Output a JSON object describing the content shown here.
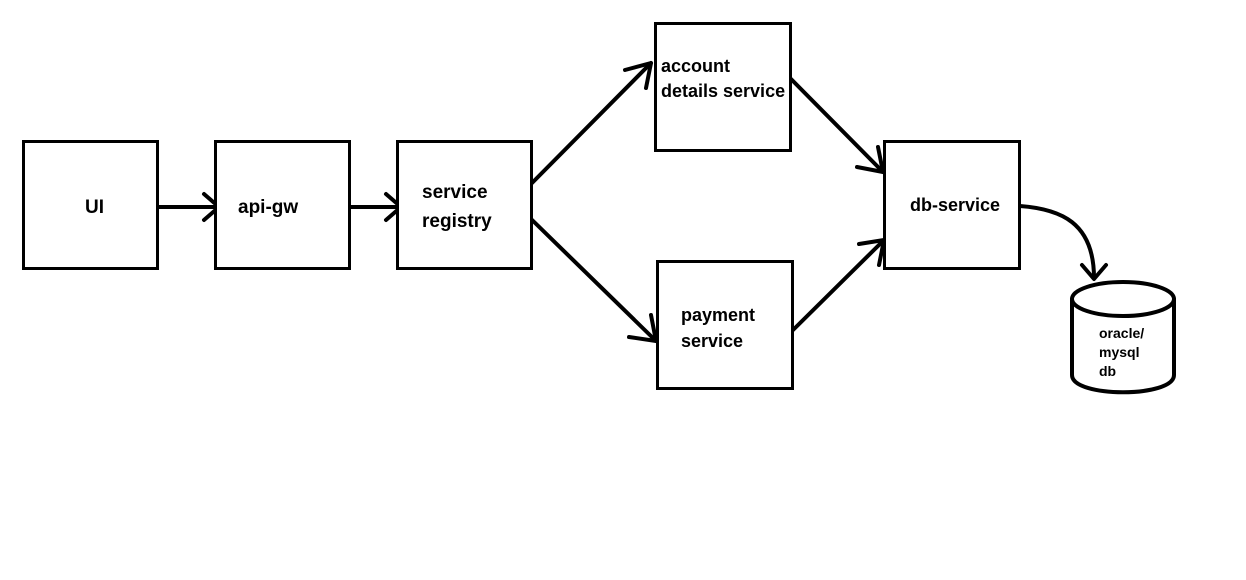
{
  "nodes": {
    "ui": {
      "label": "UI"
    },
    "api_gw": {
      "label": "api-gw"
    },
    "service_registry": {
      "line1": "service",
      "line2": "registry"
    },
    "account_details_service": {
      "line1": "account",
      "line2": "details service"
    },
    "payment_service": {
      "line1": "payment",
      "line2": "service"
    },
    "db_service": {
      "label": "db-service"
    },
    "database": {
      "line1": "oracle/",
      "line2": "mysql",
      "line3": "db"
    }
  },
  "edges": [
    {
      "from": "UI",
      "to": "api-gw"
    },
    {
      "from": "api-gw",
      "to": "service registry"
    },
    {
      "from": "service registry",
      "to": "account details service"
    },
    {
      "from": "service registry",
      "to": "payment service"
    },
    {
      "from": "account details service",
      "to": "db-service"
    },
    {
      "from": "payment service",
      "to": "db-service"
    },
    {
      "from": "db-service",
      "to": "oracle/mysql db"
    }
  ],
  "colors": {
    "stroke": "#000000",
    "background": "#ffffff"
  }
}
